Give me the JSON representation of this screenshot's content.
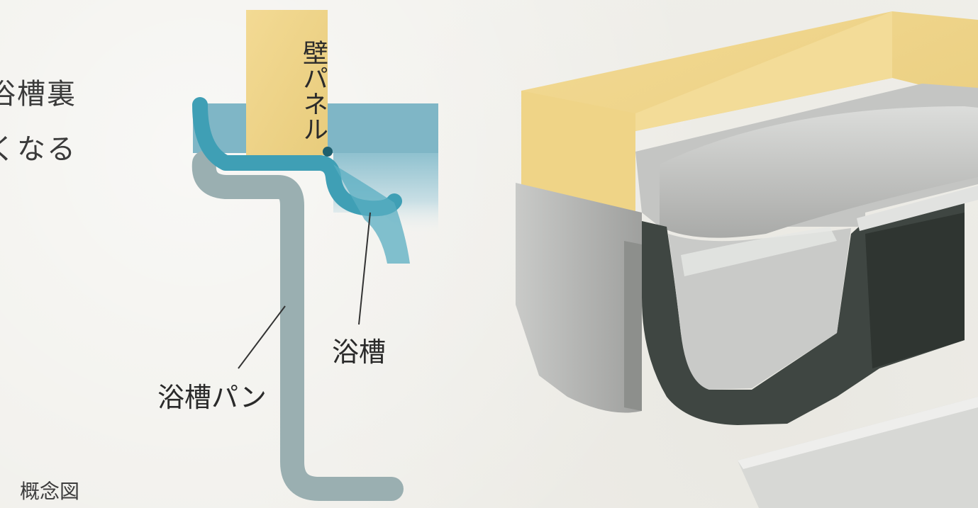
{
  "caption": {
    "line1": "浴槽裏",
    "line2": "くなる"
  },
  "footnote": "概念図",
  "diagram": {
    "wall_panel_label": "壁パネル",
    "bathtub_label": "浴槽",
    "bathtub_pan_label": "浴槽パン"
  },
  "colors": {
    "wall_panel": "#f1d78f",
    "bathtub_blue": "#3f9fb5",
    "water_light": "#9ec7d3",
    "pan_gray": "#9aaeb0",
    "tub_gray": "#b8b9b7",
    "tub_dark": "#3e4541"
  }
}
